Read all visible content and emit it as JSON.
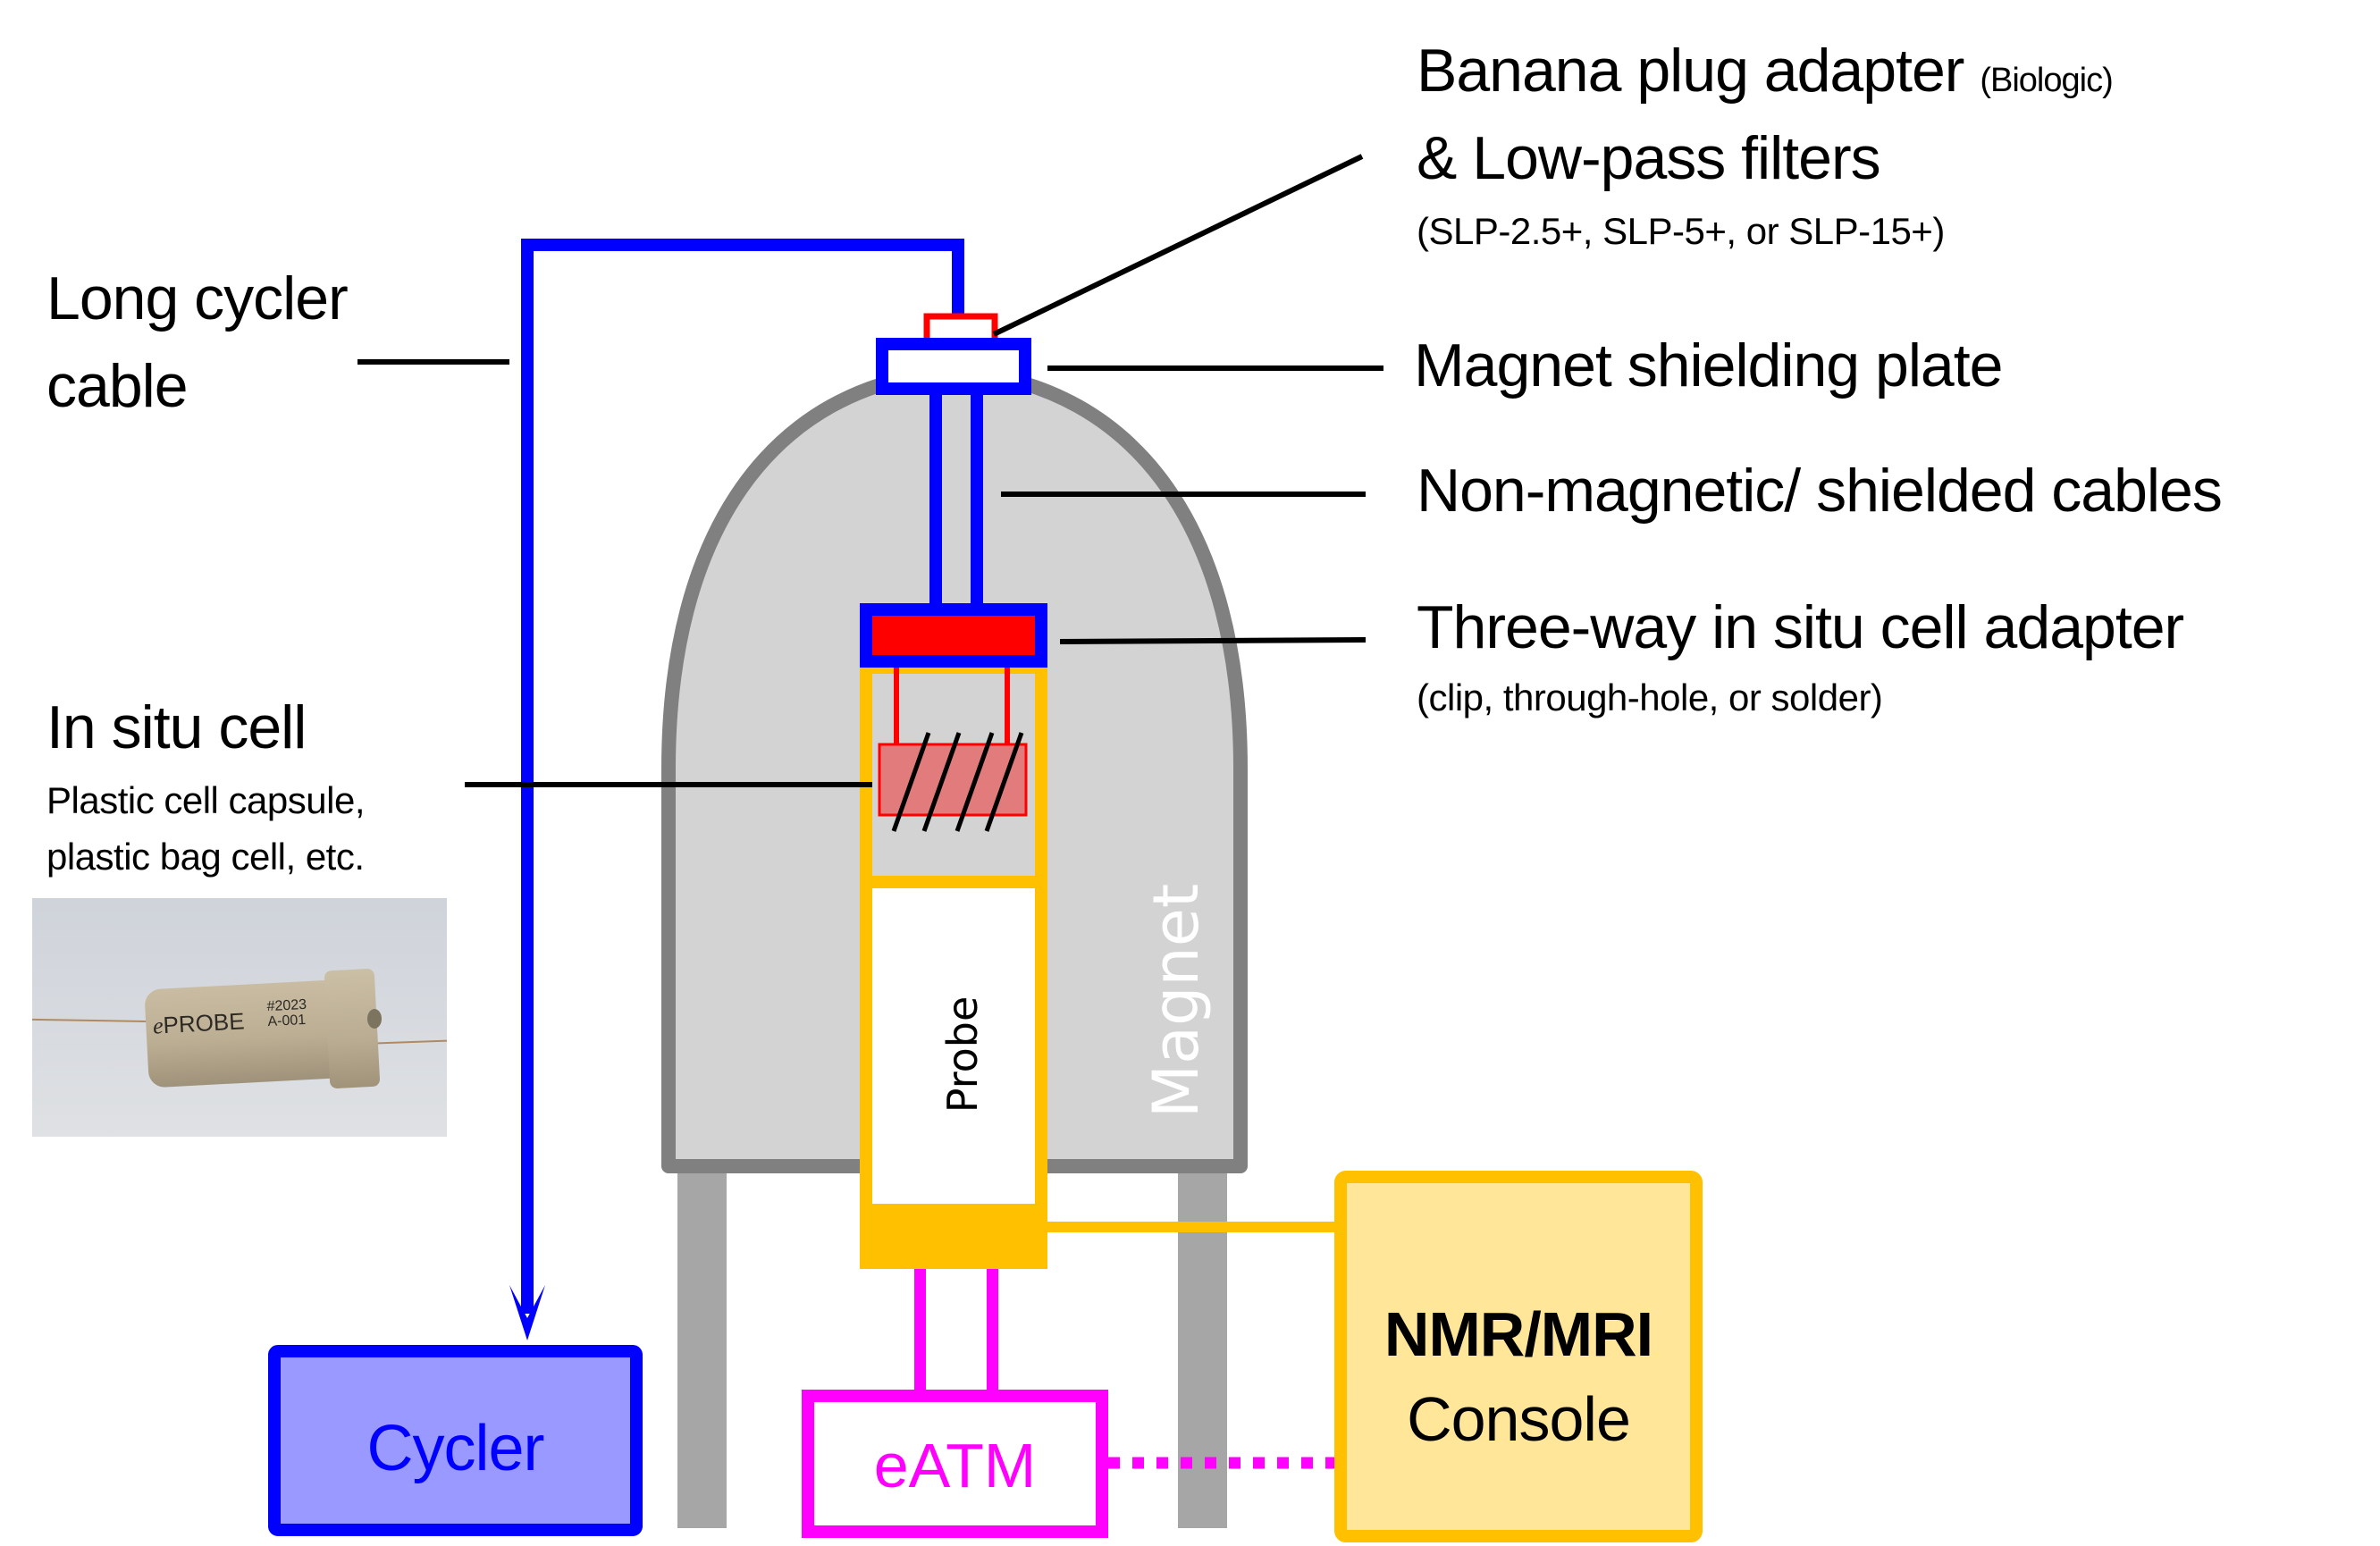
{
  "labels": {
    "banana_line1": "Banana plug adapter",
    "banana_note": "(Biologic)",
    "banana_line2": "& Low-pass filters",
    "banana_line3": "(SLP-2.5+, SLP-5+, or SLP-15+)",
    "long_cable_line1": "Long cycler",
    "long_cable_line2": "cable",
    "shielding_plate": "Magnet shielding plate",
    "shielded_cables": "Non-magnetic/ shielded cables",
    "adapter_line1": "Three-way in situ cell adapter",
    "adapter_line2": "(clip, through-hole, or solder)",
    "cell_title": "In situ cell",
    "cell_line1": "Plastic cell capsule,",
    "cell_line2": "plastic bag cell, etc.",
    "probe": "Probe",
    "magnet": "Magnet"
  },
  "photo": {
    "brand_prefix": "e",
    "brand": "PROBE",
    "serial_line1": "#2023",
    "serial_line2": "A-001"
  },
  "boxes": {
    "cycler": "Cycler",
    "eatm": "eATM",
    "console_line1": "NMR/MRI",
    "console_line2": "Console"
  },
  "colors": {
    "cycler_cable": "#0000ff",
    "cycler_fill": "#9999ff",
    "filter": "#ff0000",
    "cell_fill": "#e27b7b",
    "probe": "#ffc000",
    "console_fill": "#ffe699",
    "eatm": "#ff00ff",
    "magnet_fill": "#d3d3d3",
    "magnet_edge": "#808080",
    "legs": "#a6a6a6"
  }
}
